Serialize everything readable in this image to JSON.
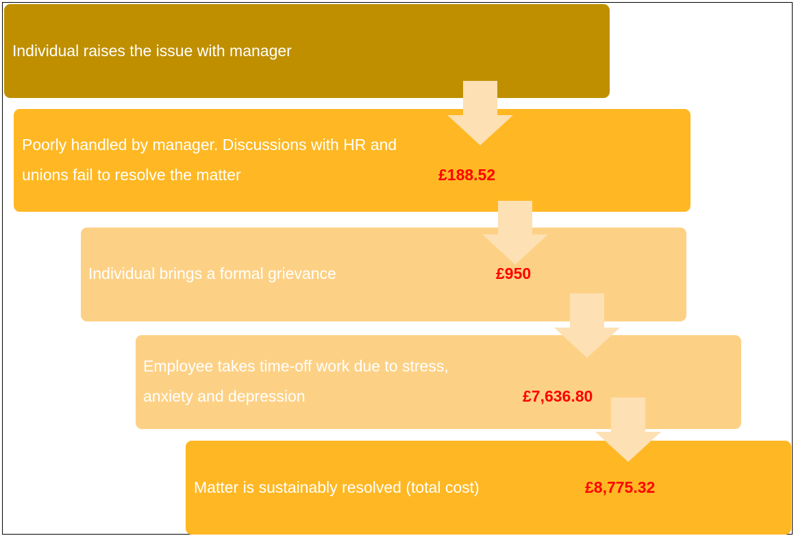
{
  "colors": {
    "step1": "#bf8f00",
    "step2": "#ffb823",
    "step3": "#fdd185",
    "step4": "#fdd185",
    "step5": "#ffb823",
    "arrow": "#fde0b3",
    "cost": "#ff0000"
  },
  "steps": [
    {
      "text": "Individual raises the issue with manager",
      "cost": ""
    },
    {
      "text": "Poorly handled by manager. Discussions with HR and\nunions fail to resolve the matter",
      "cost": "£188.52"
    },
    {
      "text": "Individual brings a formal grievance",
      "cost": "£950"
    },
    {
      "text": "Employee takes time-off work due to stress,\nanxiety and depression",
      "cost": "£7,636.80"
    },
    {
      "text": "Matter is sustainably resolved (total cost)",
      "cost": "£8,775.32"
    }
  ]
}
